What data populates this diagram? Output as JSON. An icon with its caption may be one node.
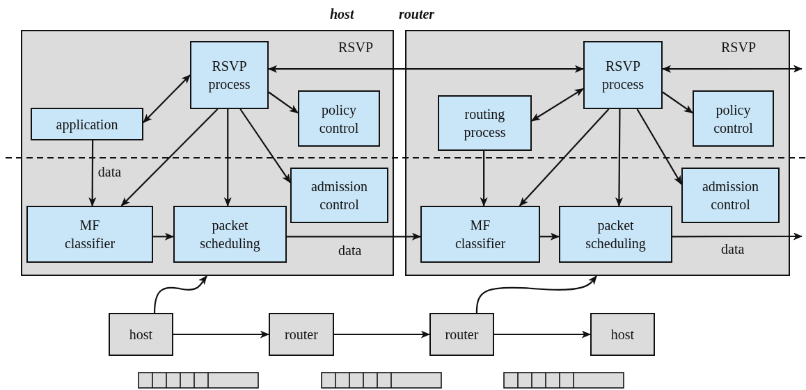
{
  "diagram": {
    "nodes": [
      {
        "text": [],
        "shape": "box",
        "beside": [
          "host"
        ]
      },
      {
        "text": [],
        "shape": "box",
        "beside": [
          "router"
        ]
      },
      {
        "text": [
          "RSVP process"
        ],
        "in": 0
      },
      {
        "text": [
          "application"
        ],
        "in": 0
      },
      {
        "text": [
          "policy control"
        ],
        "in": 0
      },
      {
        "text": [
          "admission control"
        ],
        "in": 0
      },
      {
        "text": [
          "MF classifier"
        ],
        "in": 0
      },
      {
        "text": [
          "packet scheduling"
        ],
        "in": 0
      },
      {
        "text": [
          "routing process"
        ],
        "in": 1
      },
      {
        "text": [
          "RSVP process"
        ],
        "in": 1
      },
      {
        "text": [
          "policy control"
        ],
        "in": 1
      },
      {
        "text": [
          "admission control"
        ],
        "in": 1
      },
      {
        "text": [
          "MF classifier"
        ],
        "in": 1
      },
      {
        "text": [
          "packet scheduling"
        ],
        "in": 1
      },
      {
        "text": [
          "host"
        ]
      },
      {
        "text": [
          "router"
        ]
      },
      {
        "text": [
          "router"
        ]
      },
      {
        "text": [
          "host"
        ]
      }
    ],
    "edges": [
      {
        "from": 3,
        "to": 2,
        "arrow": "both"
      },
      {
        "from": 2,
        "to": 4,
        "arrow": "to"
      },
      {
        "from": 2,
        "to": 6,
        "arrow": "to"
      },
      {
        "from": 2,
        "to": 7,
        "arrow": "to"
      },
      {
        "from": 2,
        "to": 5,
        "arrow": "to"
      },
      {
        "from": 3,
        "to": 6,
        "arrow": "to",
        "label": "data"
      },
      {
        "from": 6,
        "to": 7,
        "arrow": "to"
      },
      {
        "from": 2,
        "to": 9,
        "arrow": "both"
      },
      {
        "from": 7,
        "to": 12,
        "arrow": "to"
      },
      {
        "from": 8,
        "to": 9,
        "arrow": "both"
      },
      {
        "from": 9,
        "to": 10,
        "arrow": "to"
      },
      {
        "from": 9,
        "to": 12,
        "arrow": "to"
      },
      {
        "from": 9,
        "to": 13,
        "arrow": "to"
      },
      {
        "from": 9,
        "to": 11,
        "arrow": "to"
      },
      {
        "from": 8,
        "to": 12,
        "arrow": "to"
      },
      {
        "from": 12,
        "to": 13,
        "arrow": "to"
      },
      {
        "from": 9,
        "to": null,
        "arrow": "both"
      },
      {
        "from": 13,
        "to": null,
        "arrow": "to"
      },
      {
        "from": 14,
        "to": 15,
        "arrow": "to"
      },
      {
        "from": 15,
        "to": 16,
        "arrow": "to"
      },
      {
        "from": 16,
        "to": 17,
        "arrow": "to"
      },
      {
        "from": 14,
        "to": 0,
        "arrow": "to"
      },
      {
        "from": 16,
        "to": 1,
        "arrow": "to"
      }
    ],
    "labels": [
      "RSVP",
      "data",
      "RSVP",
      "data"
    ]
  }
}
